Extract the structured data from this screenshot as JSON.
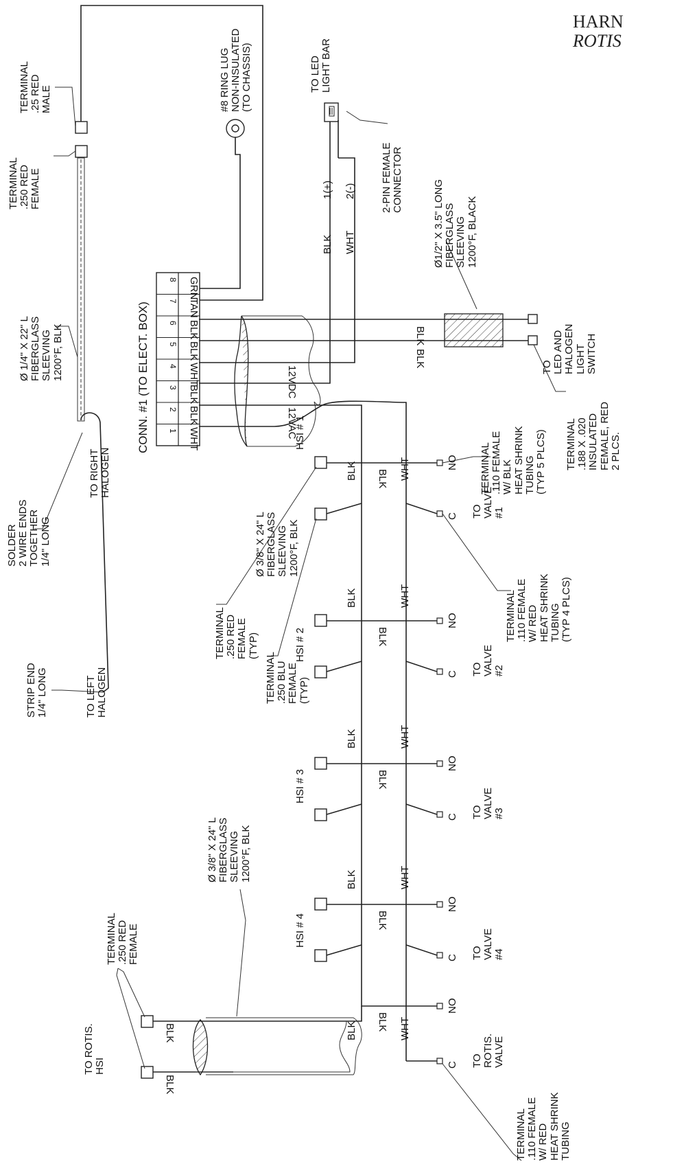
{
  "title": {
    "line1": "HARN",
    "line2": "ROTIS"
  },
  "connector": {
    "label": "CONN. #1 (TO ELECT. BOX)",
    "pins": [
      "1",
      "2",
      "3",
      "4",
      "5",
      "6",
      "7",
      "8"
    ],
    "wires": [
      "WHT",
      "BLK",
      "BLK",
      "WHT",
      "BLK",
      "BLK",
      "TAN",
      "GRN"
    ]
  },
  "voltage": {
    "ac": "12VAC",
    "dc": "12VDC"
  },
  "wire_labels": {
    "blk": "BLK",
    "wht": "WHT",
    "led_pos": "1(+)",
    "led_neg": "2(-)"
  },
  "contacts": {
    "no": "NO",
    "c": "C"
  },
  "hsi": [
    "HSI # 1",
    "HSI # 2",
    "HSI # 3",
    "HSI # 4"
  ],
  "valves": [
    "TO\nVALVE\n#1",
    "TO\nVALVE\n#2",
    "TO\nVALVE\n#3",
    "TO\nVALVE\n#4",
    "TO\nROTIS.\nVALVE"
  ],
  "callouts": {
    "term_25_male": "TERMINAL\n.25 RED\nMALE",
    "term_250_female_top": "TERMINAL\n.250 RED\nFEMALE",
    "sleeve_quarter": "Ø 1/4\" X 22\" L\nFIBERGLASS\nSLEEVING\n1200°F, BLK",
    "solder": "SOLDER\n2 WIRE ENDS\nTOGETHER\n1/4\" LONG",
    "to_right_halogen": "TO RIGHT\nHALOGEN",
    "strip_end": "STRIP END\n1/4\" LONG",
    "to_left_halogen": "TO LEFT\nHALOGEN",
    "ring_lug": "#8 RING LUG\nNON-INSULATED\n(TO CHASSIS)",
    "led_bar": "TO LED\nLIGHT BAR",
    "pin_connector": "2-PIN FEMALE\nCONNECTOR",
    "sleeve_half": "Ø1/2\" X 3.5\" LONG\nFIBERGLASS\nSLEEVING\n1200°F, BLACK",
    "led_switch": "TO\nLED AND\nHALOGEN\nLIGHT\nSWITCH",
    "term_188": "TERMINAL\n.188 X .020\nINSULATED\nFEMALE, RED\n2 PLCS.",
    "sleeve_main": "Ø 3/8\" X 24\" L\nFIBERGLASS\nSLEEVING\n1200°F, BLK",
    "term_110_blk": "TERMINAL\n.110 FEMALE\nW/ BLK\nHEAT SHRINK\nTUBING\n(TYP 5 PLCS)",
    "term_250_red_typ": "TERMINAL\n.250 RED\nFEMALE\n(TYP)",
    "term_250_blu_typ": "TERMINAL\n.250 BLU\nFEMALE\n(TYP)",
    "term_110_red": "TERMINAL\n.110 FEMALE\nW/ RED\nHEAT SHRINK\nTUBING\n(TYP 4 PLCS)",
    "to_rotis_hsi": "TO ROTIS.\nHSI",
    "term_250_red_rotis": "TERMINAL\n.250 RED\nFEMALE",
    "sleeve_rotis": "Ø 3/8\" X 24\" L\nFIBERGLASS\nSLEEVING\n1200°F, BLK",
    "term_110_red_rotis": "TERMINAL\n.110 FEMALE\nW/ RED\nHEAT SHRINK\nTUBING"
  }
}
